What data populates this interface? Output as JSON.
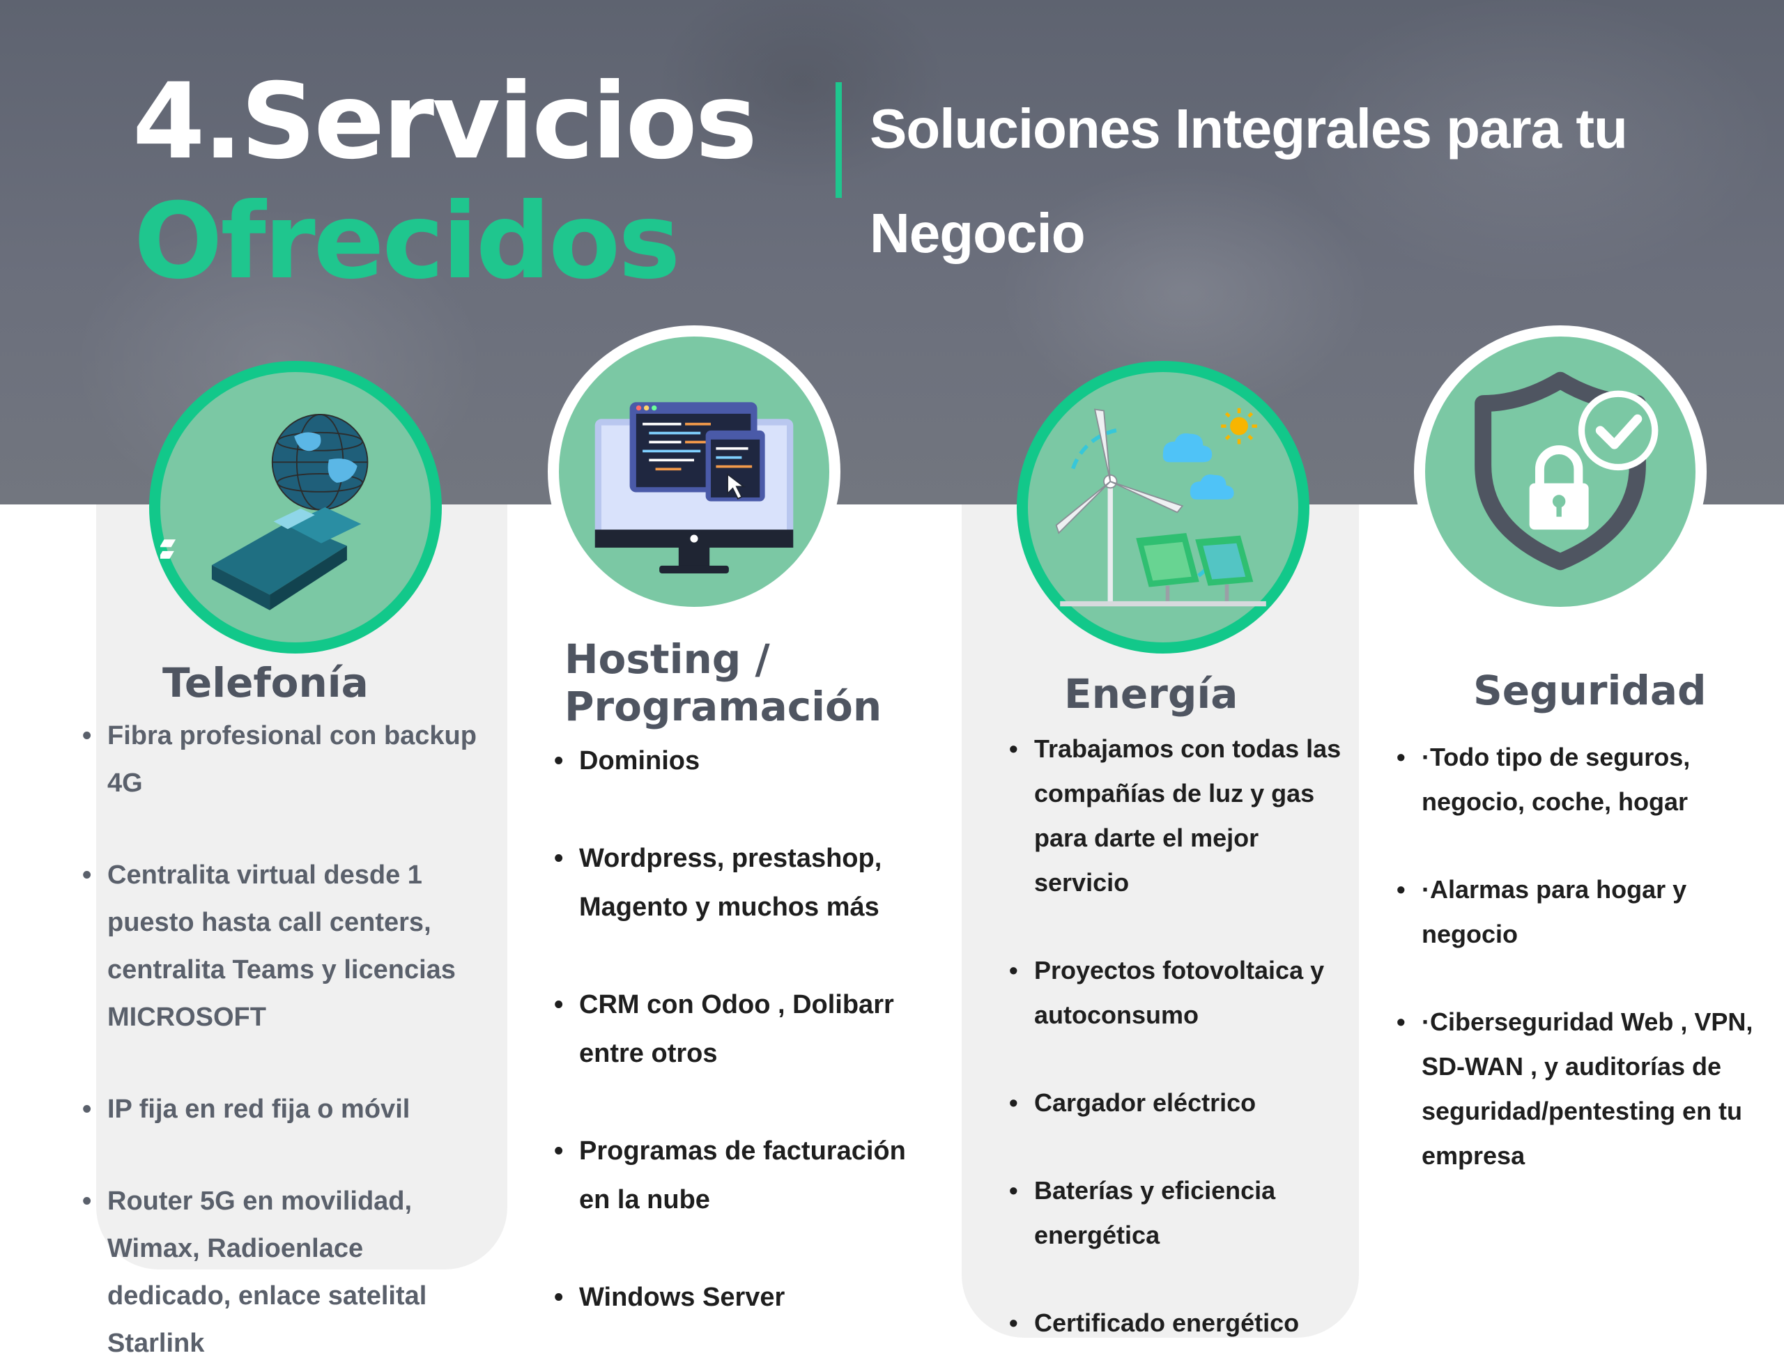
{
  "header": {
    "title_line1": "4.Servicios",
    "title_line2": "Ofrecidos",
    "subtitle": "Soluciones Integrales para tu Negocio"
  },
  "colors": {
    "accent": "#1fc68e",
    "circle_fill": "#7bc8a4",
    "panel_bg": "#f0f0f0",
    "heading": "#4f5561",
    "hero_bg": "#6b6f7c"
  },
  "services": [
    {
      "icon": "telephone-globe-icon",
      "heading": "Telefonía",
      "items": [
        "Fibra profesional con backup 4G",
        "Centralita virtual desde 1 puesto hasta call centers, centralita Teams y licencias MICROSOFT",
        "IP fija en red fija o móvil",
        "Router 5G en movilidad, Wimax, Radioenlace dedicado, enlace satelital Starlink"
      ]
    },
    {
      "icon": "code-monitor-icon",
      "heading_line1": "Hosting /",
      "heading_line2": "Programación",
      "items": [
        "Dominios",
        "Wordpress, prestashop, Magento y muchos más",
        "CRM con Odoo , Dolibarr entre otros",
        "Programas de facturación en la nube",
        "Windows Server"
      ]
    },
    {
      "icon": "renewable-energy-icon",
      "heading": "Energía",
      "items": [
        "Trabajamos con todas las compañías de luz y gas para darte el mejor servicio",
        "Proyectos fotovoltaica y autoconsumo",
        "Cargador eléctrico",
        "Baterías y eficiencia energética",
        "Certificado energético"
      ]
    },
    {
      "icon": "security-shield-icon",
      "heading": "Seguridad",
      "items": [
        "·Todo tipo de seguros, negocio, coche, hogar",
        "·Alarmas para hogar y negocio",
        "·Ciberseguridad Web , VPN, SD-WAN , y auditorías de seguridad/pentesting en tu empresa"
      ]
    }
  ]
}
